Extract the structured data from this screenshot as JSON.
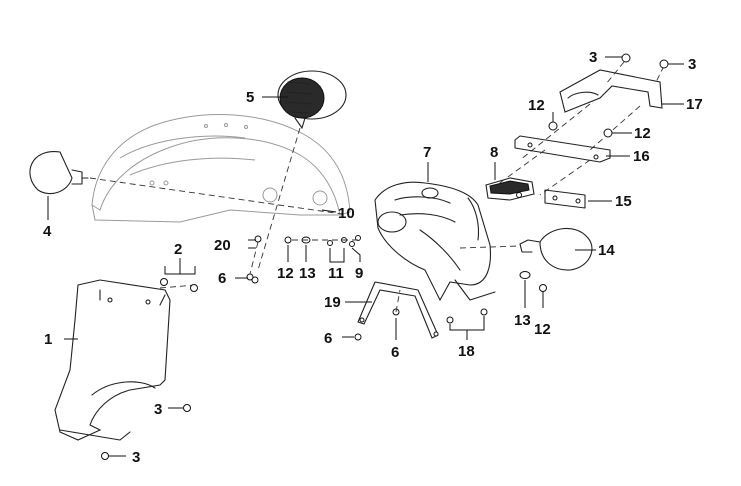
{
  "callouts": {
    "c1": "1",
    "c2": "2",
    "c3a": "3",
    "c3b": "3",
    "c3c": "3",
    "c3d": "3",
    "c4": "4",
    "c5": "5",
    "c6a": "6",
    "c6b": "6",
    "c6c": "6",
    "c7": "7",
    "c8": "8",
    "c9": "9",
    "c10": "10",
    "c11": "11",
    "c12a": "12",
    "c12b": "12",
    "c12c": "12",
    "c12d": "12",
    "c13a": "13",
    "c13b": "13",
    "c14": "14",
    "c15": "15",
    "c16": "16",
    "c17": "17",
    "c18": "18",
    "c19": "19",
    "c20": "20"
  },
  "colors": {
    "line": "#222222",
    "ghost": "#9a9a9a",
    "background": "#ffffff"
  }
}
